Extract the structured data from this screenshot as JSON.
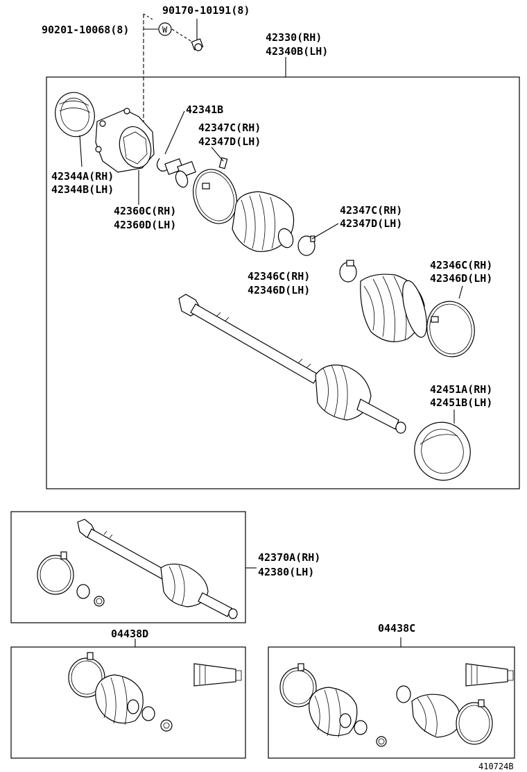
{
  "labels": {
    "bolt": "90170-10191(8)",
    "washer": "90201-10068(8)",
    "washer_symbol": "W",
    "shaft_assy_rh": "42330(RH)",
    "shaft_assy_lh": "42340B(LH)",
    "snap_ring": "42341B",
    "band_inner_rh": "42347C(RH)",
    "band_inner_lh": "42347D(LH)",
    "dust_cover_rh": "42344A(RH)",
    "dust_cover_lh": "42344B(LH)",
    "housing_rh": "42360C(RH)",
    "housing_lh": "42360D(LH)",
    "band_small_rh": "42347C(RH)",
    "band_small_lh": "42347D(LH)",
    "clamp_outer_small_rh": "42346C(RH)",
    "clamp_outer_small_lh": "42346D(LH)",
    "clamp_outer_big_rh": "42346C(RH)",
    "clamp_outer_big_lh": "42346D(LH)",
    "outer_cover_rh": "42451A(RH)",
    "outer_cover_lh": "42451B(LH)",
    "complete_assy_rh": "42370A(RH)",
    "complete_assy_lh": "42380(LH)",
    "kit_d": "04438D",
    "kit_c": "04438C",
    "figure_id": "410724B"
  }
}
